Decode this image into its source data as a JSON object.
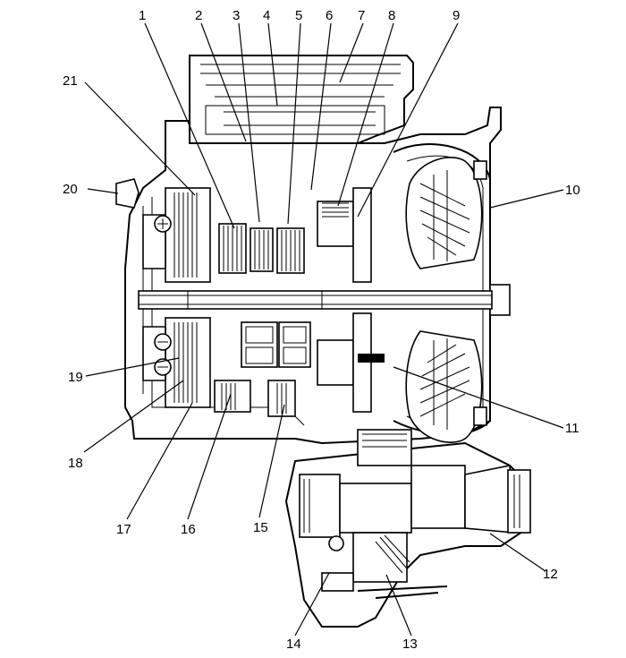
{
  "diagram": {
    "callouts": [
      {
        "label": "1"
      },
      {
        "label": "2"
      },
      {
        "label": "3"
      },
      {
        "label": "4"
      },
      {
        "label": "5"
      },
      {
        "label": "6"
      },
      {
        "label": "7"
      },
      {
        "label": "8"
      },
      {
        "label": "9"
      },
      {
        "label": "10"
      },
      {
        "label": "11"
      },
      {
        "label": "12"
      },
      {
        "label": "13"
      },
      {
        "label": "14"
      },
      {
        "label": "15"
      },
      {
        "label": "16"
      },
      {
        "label": "17"
      },
      {
        "label": "18"
      },
      {
        "label": "19"
      },
      {
        "label": "20"
      },
      {
        "label": "21"
      }
    ]
  }
}
